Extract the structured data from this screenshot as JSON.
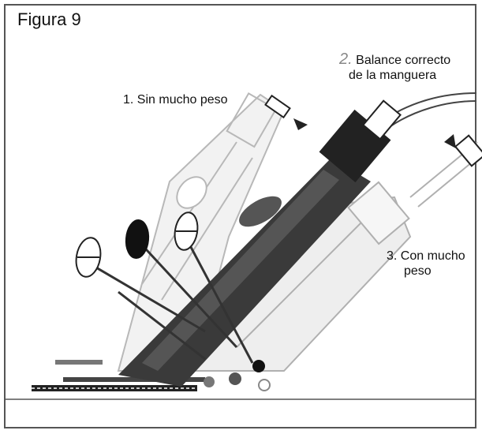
{
  "figure": {
    "title": "Figura 9"
  },
  "labels": {
    "sin_mucho_peso": "1. Sin mucho peso",
    "balance_num": "2.",
    "balance_line1": "Balance correcto",
    "balance_line2": "de la manguera",
    "con_mucho_peso_line1": "3. Con mucho",
    "con_mucho_peso_line2": "peso"
  },
  "colors": {
    "dark_body": "#3a3a3a",
    "mid_gray": "#9a9a9a",
    "light_outline": "#b8b8b8",
    "ground": "#666666"
  }
}
